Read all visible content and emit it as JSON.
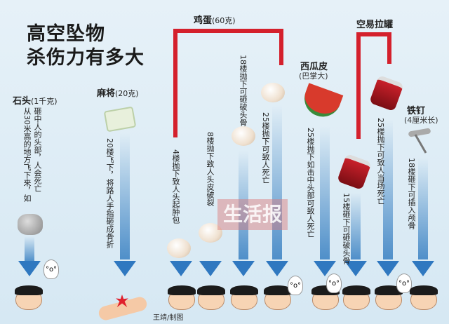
{
  "title": {
    "line1": "高空坠物",
    "line2": "杀伤力有多大"
  },
  "items": {
    "stone": {
      "name": "石头",
      "weight": "(1千克)",
      "text1": "从30米高的地方飞下来，如",
      "text2": "砸中人的头部，人会死亡"
    },
    "mahjong": {
      "name": "麻将",
      "weight": "(20克)",
      "text": "20楼飞下，将路人手指砸成骨折"
    },
    "egg": {
      "name": "鸡蛋",
      "weight": "(60克)",
      "t4": "4楼抛下致人头起肿包",
      "t8": "8楼抛下致人头皮破裂",
      "t18": "18楼抛下可砸破头骨",
      "t25": "25楼抛下可致人死亡"
    },
    "watermelon": {
      "name": "西瓜皮",
      "weight": "(巴掌大)",
      "text": "25楼抛下如击中头部可致人死亡"
    },
    "can": {
      "name": "空易拉罐",
      "t15": "15楼砸下可砸破头骨",
      "t25": "25楼抛下可致人当场死亡"
    },
    "nail": {
      "name": "铁钉",
      "weight": "(4厘米长)",
      "text": "18楼砸下可插入颅骨"
    }
  },
  "watermark": "生活报",
  "credit": "王靖/制图",
  "colors": {
    "accent": "#d4202c",
    "arrow": "#2f78c0"
  }
}
